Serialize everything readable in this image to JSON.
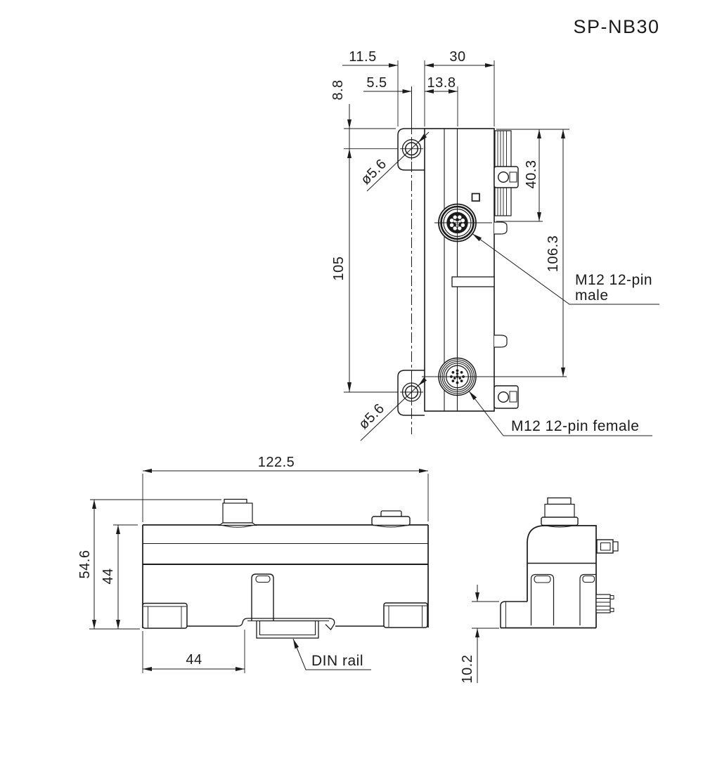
{
  "title": "SP-NB30",
  "colors": {
    "line": "#1b1b1b",
    "background": "#ffffff"
  },
  "front_view": {
    "dim_ear_width": "11.5",
    "dim_body_width": "30",
    "dim_hole_to_edge": "5.5",
    "dim_edge_to_connector": "13.8",
    "dim_top_to_hole": "8.8",
    "dim_hole_spacing": "105",
    "dim_clip_length": "40.3",
    "dim_top_to_female": "106.3",
    "label_hole_top": "ø5.6",
    "label_hole_bottom": "ø5.6",
    "label_male_line1": "M12 12-pin",
    "label_male_line2": "male",
    "label_female": "M12 12-pin female"
  },
  "bottom_view": {
    "dim_width": "122.5",
    "dim_total_height": "54.6",
    "dim_body_height": "44",
    "dim_left_to_din": "44",
    "label_din_rail": "DIN rail"
  },
  "side_view": {
    "dim_foot_height": "10.2"
  }
}
